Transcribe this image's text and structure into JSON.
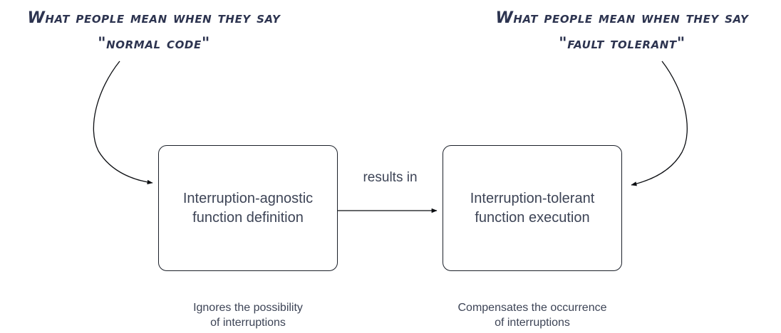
{
  "diagram": {
    "title_visible": false,
    "background_color": "#ffffff",
    "annotation_color": "#2d3450",
    "text_color": "#3d4456",
    "stroke_color": "#1b2029"
  },
  "annotations": [
    {
      "id": "normal-code",
      "line1": "What people mean when they say",
      "line2": "\"normal code\"",
      "points_to": "box-definition"
    },
    {
      "id": "fault-tolerant",
      "line1": "What people mean when they say",
      "line2": "\"fault tolerant\"",
      "points_to": "box-execution"
    }
  ],
  "nodes": [
    {
      "id": "box-definition",
      "label": "Interruption-agnostic\nfunction definition",
      "caption": "Ignores the possibility\nof interruptions"
    },
    {
      "id": "box-execution",
      "label": "Interruption-tolerant\nfunction execution",
      "caption": "Compensates the occurrence\nof interruptions"
    }
  ],
  "edges": [
    {
      "id": "definition-to-execution",
      "from": "box-definition",
      "to": "box-execution",
      "label": "results in",
      "style": "straight-arrow"
    },
    {
      "id": "annotation-normal-code-arrow",
      "from": "annotation-normal-code",
      "to": "box-definition",
      "label": "",
      "style": "curved-arrow"
    },
    {
      "id": "annotation-fault-tolerant-arrow",
      "from": "annotation-fault-tolerant",
      "to": "box-execution",
      "label": "",
      "style": "curved-arrow"
    }
  ]
}
